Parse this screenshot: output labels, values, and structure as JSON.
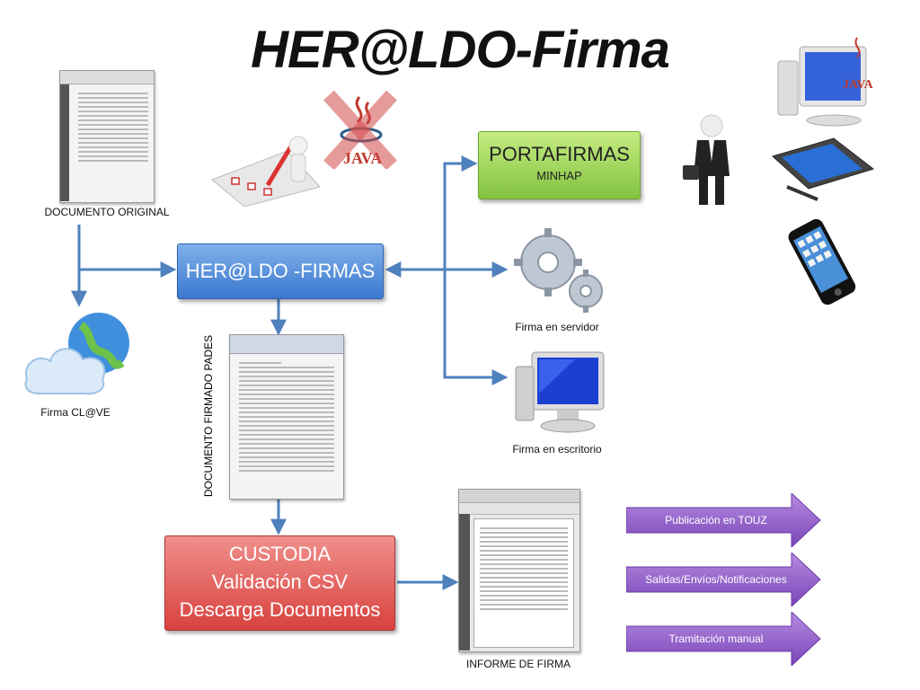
{
  "title": "HER@LDO-Firma",
  "nodes": {
    "documento_original": "DOCUMENTO ORIGINAL",
    "herldo_firmas": "HER@LDO -FIRMAS",
    "portafirmas": "PORTAFIRMAS",
    "portafirmas_sub": "MINHAP",
    "firma_servidor": "Firma en servidor",
    "firma_escritorio": "Firma en escritorio",
    "firma_clave": "Firma CL@VE",
    "documento_firmado": "DOCUMENTO FIRMADO PADES",
    "custodia_l1": "CUSTODIA",
    "custodia_l2": "Validación CSV",
    "custodia_l3": "Descarga Documentos",
    "informe_firma": "INFORME DE FIRMA"
  },
  "outputs": [
    "Publicación en TOUZ",
    "Salidas/Envíos/Notificaciones",
    "Tramitación manual"
  ],
  "java_logo_text": "JAVA",
  "colors": {
    "arrow": "#4f81bd",
    "herldo": "#4a86d6",
    "portafirmas": "#92d050",
    "custodia": "#e05653",
    "outputs": "#8e5cc4"
  }
}
